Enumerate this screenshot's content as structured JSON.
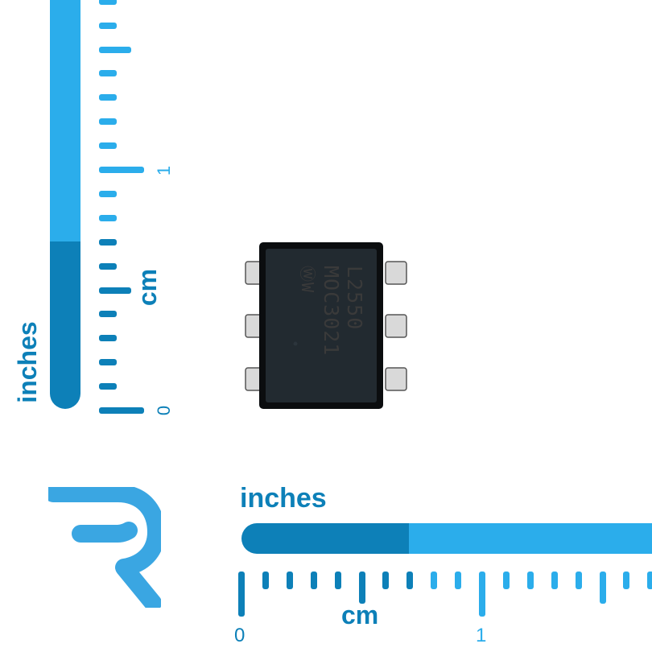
{
  "colors": {
    "ruler_light": "#2badeb",
    "ruler_dark": "#0d80b8",
    "tick": "#2badeb",
    "tick_dark": "#0d80b8",
    "chip_body": "#1e2429",
    "chip_border": "#0b0d0f",
    "pin": "#d8d8d8",
    "marking": "#3a3a3a",
    "logo": "#3aa6e2"
  },
  "vertical_ruler": {
    "unit_inches": "inches",
    "unit_cm": "cm",
    "label_zero": "0",
    "label_one": "1"
  },
  "horizontal_ruler": {
    "unit_inches": "inches",
    "unit_cm": "cm",
    "label_zero": "0",
    "label_one": "1"
  },
  "chip": {
    "marking_line1": "L2550",
    "marking_line2": "MOC3021",
    "logo_mark": "ⓌW",
    "pins_per_side": 3
  },
  "brand_logo": {
    "icon": "r-logo-icon"
  }
}
